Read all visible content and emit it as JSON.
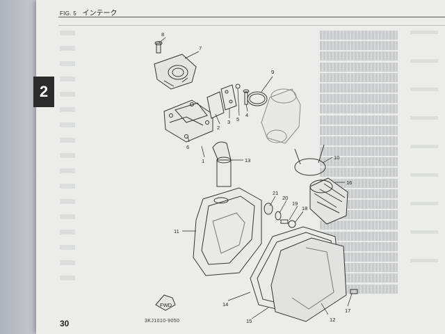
{
  "header": {
    "fig_label": "FIG. 5",
    "title": "インテーク"
  },
  "section_tab": "2",
  "page_number": "30",
  "part_code": "3KJ1010-9050",
  "callouts": [
    "8",
    "7",
    "9",
    "2",
    "3",
    "5",
    "4",
    "6",
    "1",
    "13",
    "10",
    "16",
    "21",
    "20",
    "19",
    "18",
    "11",
    "14",
    "15",
    "12",
    "17"
  ],
  "arrow_label": "FWD"
}
